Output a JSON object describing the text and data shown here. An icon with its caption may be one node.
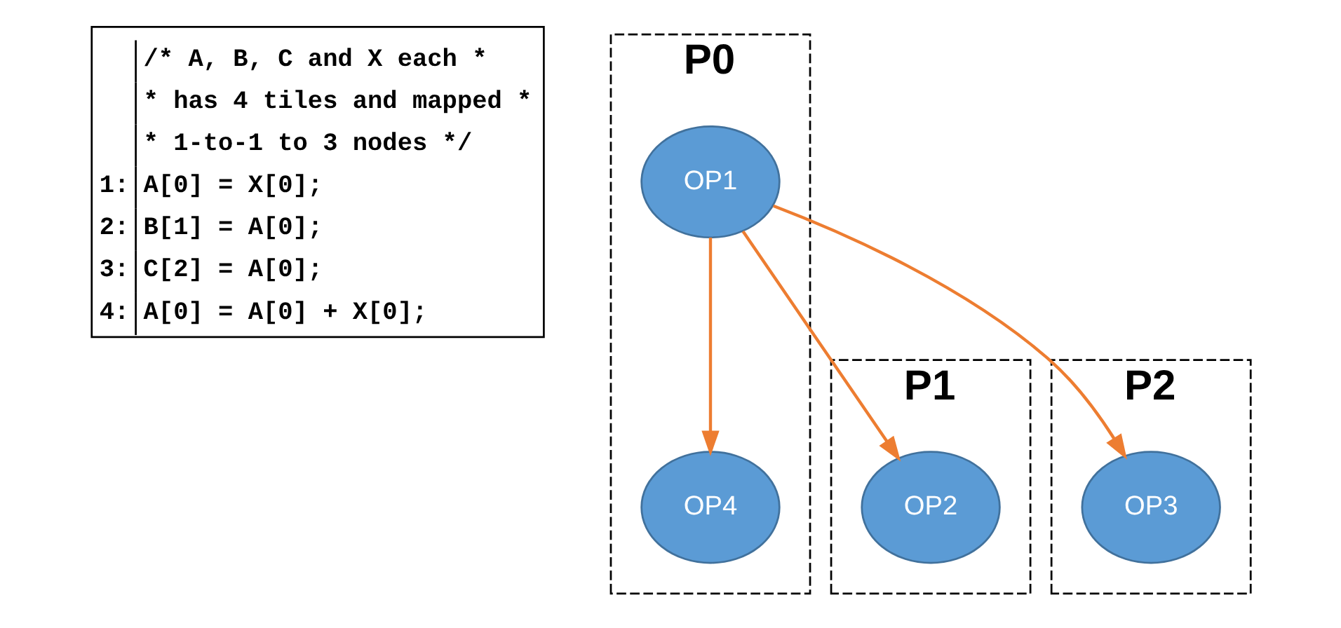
{
  "diagram": {
    "nodes": [
      {
        "text": [
          "/* A, B, C and X each *",
          "* has 4 tiles and mapped *",
          "* 1-to-1 to 3 nodes */",
          "1:",
          "A[0] = X[0];",
          "2:",
          "B[1] = A[0];",
          "3:",
          "C[2] = A[0];",
          "4:",
          "A[0] = A[0] + X[0];"
        ]
      },
      {
        "text": [
          "P0"
        ]
      },
      {
        "text": [
          "OP1"
        ],
        "in": 1
      },
      {
        "text": [
          "OP4"
        ],
        "in": 1
      },
      {
        "text": [
          "P1"
        ]
      },
      {
        "text": [
          "OP2"
        ],
        "in": 4
      },
      {
        "text": [
          "P2"
        ]
      },
      {
        "text": [
          "OP3"
        ],
        "in": 6
      }
    ],
    "edges": [
      {
        "from": 2,
        "to": 5,
        "arrow": "to"
      },
      {
        "from": 2,
        "to": 7,
        "arrow": "to"
      },
      {
        "from": 2,
        "to": 3,
        "arrow": "to"
      }
    ]
  }
}
